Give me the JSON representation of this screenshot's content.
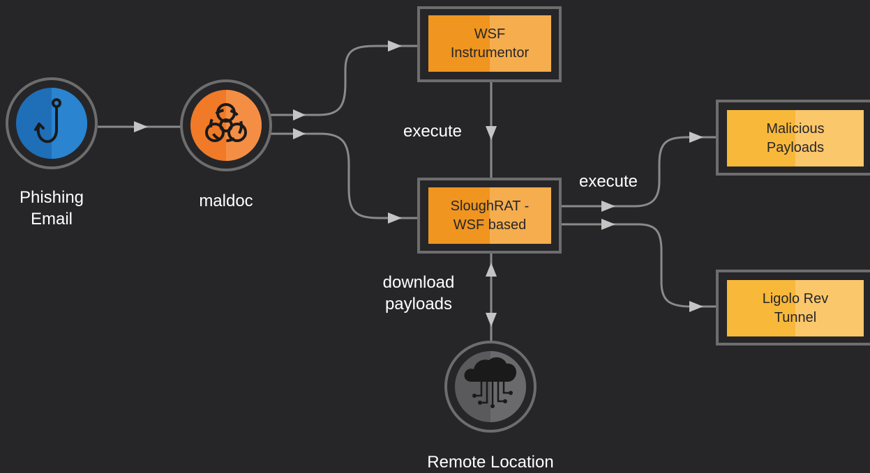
{
  "colors": {
    "background": "#262629",
    "connector": "#8a8a8a",
    "box_outline": "#6d6d6d",
    "box_orange_left": "#f0951f",
    "box_orange_right": "#f5ad4e",
    "box_yellow_left": "#f8b83a",
    "box_yellow_right": "#fbc76b",
    "phishing_blue": "#1f6eb8",
    "maldoc_orange": "#f07a28",
    "cloud_gray": "#5a5a5c"
  },
  "nodes": {
    "phishing": {
      "icon": "fishing-hook-icon",
      "line1": "Phishing",
      "line2": "Email"
    },
    "maldoc": {
      "icon": "biohazard-icon",
      "label": "maldoc"
    },
    "remote": {
      "icon": "cloud-network-icon",
      "label": "Remote Location"
    }
  },
  "boxes": {
    "instrumentor": {
      "line1": "WSF",
      "line2": "Instrumentor"
    },
    "sloughrat": {
      "line1": "SloughRAT -",
      "line2": "WSF based"
    },
    "payloads": {
      "line1": "Malicious",
      "line2": "Payloads"
    },
    "ligolo": {
      "line1": "Ligolo Rev",
      "line2": "Tunnel"
    }
  },
  "edge_labels": {
    "execute_top": "execute",
    "execute_right": "execute",
    "download_line1": "download",
    "download_line2": "payloads"
  }
}
